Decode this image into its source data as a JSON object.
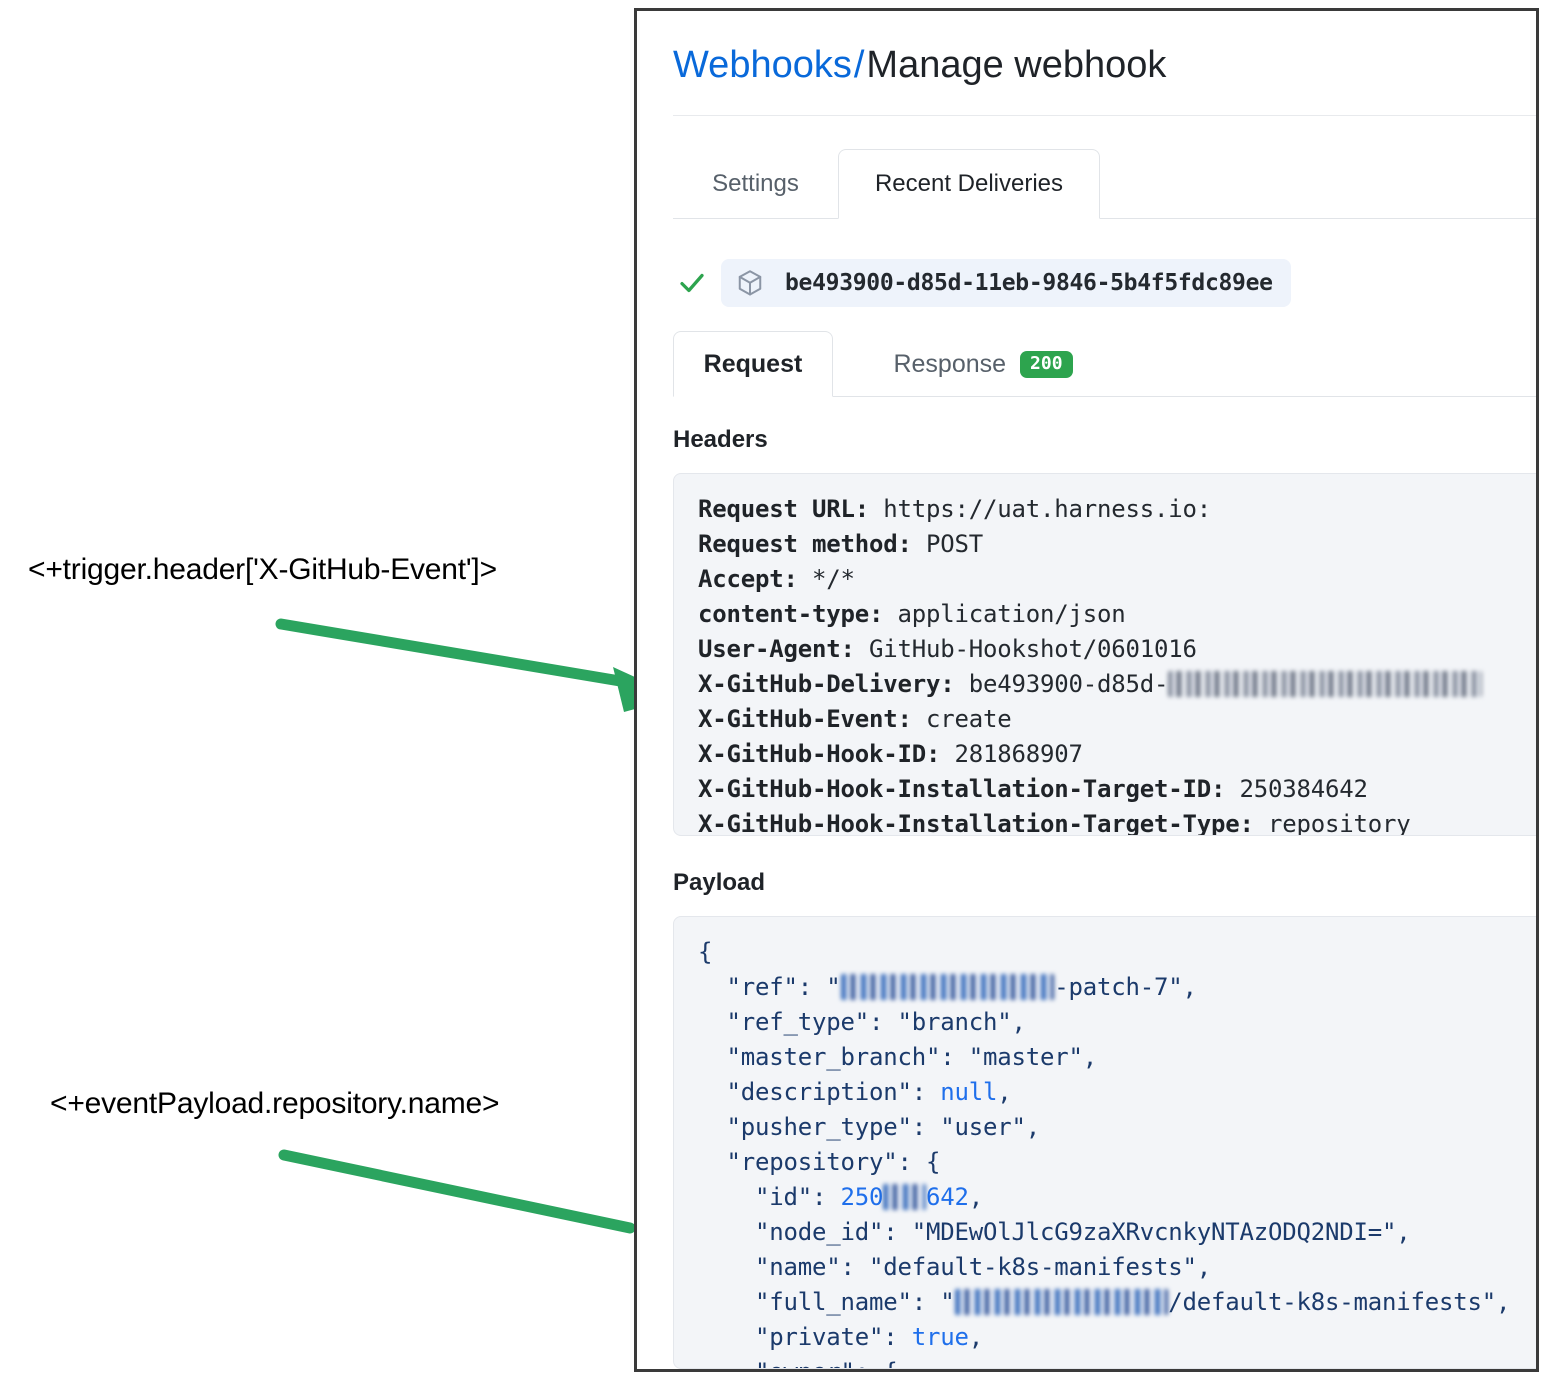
{
  "annotations": [
    {
      "text": "<+trigger.header['X-GitHub-Event']>",
      "arrow_color": "#2ba45f"
    },
    {
      "text": "<+eventPayload.repository.name>",
      "arrow_color": "#2ba45f"
    }
  ],
  "header": {
    "breadcrumb_link": "Webhooks",
    "breadcrumb_separator": "/",
    "breadcrumb_current": "Manage webhook"
  },
  "outer_tabs": [
    {
      "label": "Settings",
      "active": false
    },
    {
      "label": "Recent Deliveries",
      "active": true
    }
  ],
  "delivery": {
    "status_icon": "check-icon",
    "package_icon": "cube-icon",
    "id": "be493900-d85d-11eb-9846-5b4f5fdc89ee"
  },
  "inner_tabs": [
    {
      "label": "Request",
      "active": true,
      "badge": null
    },
    {
      "label": "Response",
      "active": false,
      "badge": "200"
    }
  ],
  "sections": {
    "headers_label": "Headers",
    "payload_label": "Payload"
  },
  "headers": [
    {
      "key": "Request URL:",
      "value": "https://uat.harness.io:"
    },
    {
      "key": "Request method:",
      "value": "POST"
    },
    {
      "key": "Accept:",
      "value": "*/*"
    },
    {
      "key": "content-type:",
      "value": "application/json"
    },
    {
      "key": "User-Agent:",
      "value": "GitHub-Hookshot/0601016"
    },
    {
      "key": "X-GitHub-Delivery:",
      "value": "be493900-d85d-",
      "redacted_suffix": "11eb-9846-5b4f5fdc89ee"
    },
    {
      "key": "X-GitHub-Event:",
      "value": "create"
    },
    {
      "key": "X-GitHub-Hook-ID:",
      "value": "281868907"
    },
    {
      "key": "X-GitHub-Hook-Installation-Target-ID:",
      "value": "250384642"
    },
    {
      "key": "X-GitHub-Hook-Installation-Target-Type:",
      "value": "repository"
    }
  ],
  "payload": {
    "open_brace": "{",
    "lines": [
      {
        "indent": 1,
        "key": "\"ref\"",
        "redacted": "michaelcretzman",
        "value_suffix": "-patch-7\"",
        "quote_open": "\"",
        "type": "string-redacted"
      },
      {
        "indent": 1,
        "key": "\"ref_type\"",
        "value": "\"branch\"",
        "type": "string"
      },
      {
        "indent": 1,
        "key": "\"master_branch\"",
        "value": "\"master\"",
        "type": "string"
      },
      {
        "indent": 1,
        "key": "\"description\"",
        "value": "null",
        "type": "literal"
      },
      {
        "indent": 1,
        "key": "\"pusher_type\"",
        "value": "\"user\"",
        "type": "string"
      },
      {
        "indent": 1,
        "key": "\"repository\"",
        "value": "{",
        "type": "object-open"
      },
      {
        "indent": 2,
        "key": "\"id\"",
        "value_prefix": "250",
        "redacted": "384",
        "value_suffix": "642",
        "type": "number-redacted"
      },
      {
        "indent": 2,
        "key": "\"node_id\"",
        "value": "\"MDEwOlJlcG9zaXRvcnkyNTAzODQ2NDI=\"",
        "type": "string"
      },
      {
        "indent": 2,
        "key": "\"name\"",
        "value": "\"default-k8s-manifests\"",
        "type": "string"
      },
      {
        "indent": 2,
        "key": "\"full_name\"",
        "redacted": "michaelcretzman",
        "value_suffix": "/default-k8s-manifests\"",
        "quote_open": "\"",
        "type": "string-redacted"
      },
      {
        "indent": 2,
        "key": "\"private\"",
        "value": "true",
        "type": "literal"
      },
      {
        "indent": 2,
        "key": "\"owner\"",
        "value": "{",
        "type": "object-open"
      }
    ]
  },
  "colors": {
    "link": "#0969da",
    "badge_green": "#2da44e",
    "arrow_green": "#2ba45f",
    "code_bg": "#f3f5f8",
    "chip_bg": "#eef3fb",
    "json_key": "#1b3a6b",
    "json_number": "#1f6feb"
  }
}
